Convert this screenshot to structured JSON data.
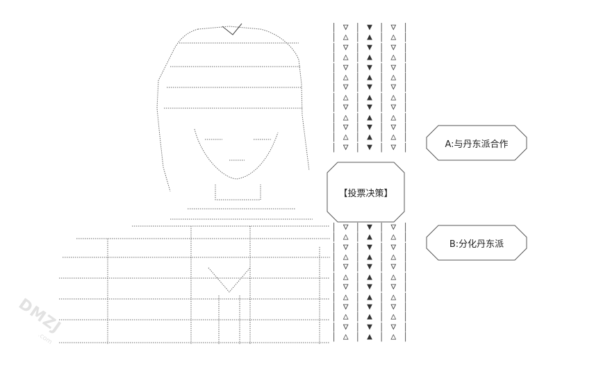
{
  "vote": {
    "label": "【投票决策】"
  },
  "options": [
    {
      "label": "A:与丹东派合作"
    },
    {
      "label": "B:分化丹东派"
    }
  ],
  "triangle_rows": [
    [
      "▽",
      "▼",
      "▽"
    ],
    [
      "△",
      "▲",
      "△"
    ],
    [
      "▽",
      "▼",
      "▽"
    ],
    [
      "△",
      "▲",
      "△"
    ],
    [
      "▽",
      "▼",
      "▽"
    ],
    [
      "△",
      "▲",
      "△"
    ],
    [
      "▽",
      "▼",
      "▽"
    ],
    [
      "△",
      "▲",
      "△"
    ],
    [
      "▽",
      "▼",
      "▽"
    ],
    [
      "△",
      "▲",
      "△"
    ],
    [
      "▽",
      "▼",
      "▽"
    ],
    [
      "△",
      "▲",
      "△"
    ],
    [
      "▽",
      "▼",
      "▽"
    ]
  ],
  "triangle_rows_lower": [
    [
      "▽",
      "▼",
      "▽"
    ],
    [
      "△",
      "▲",
      "△"
    ],
    [
      "▽",
      "▼",
      "▽"
    ],
    [
      "△",
      "▲",
      "△"
    ],
    [
      "▽",
      "▼",
      "▽"
    ],
    [
      "△",
      "▲",
      "△"
    ],
    [
      "▽",
      "▼",
      "▽"
    ],
    [
      "△",
      "▲",
      "△"
    ],
    [
      "▽",
      "▼",
      "▽"
    ],
    [
      "△",
      "▲",
      "△"
    ],
    [
      "▽",
      "▼",
      "▽"
    ],
    [
      "△",
      "▲",
      "△"
    ]
  ],
  "watermark": {
    "text": "DMZJ",
    "sub": ".com"
  },
  "colors": {
    "ink": "#222222",
    "watermark": "#e2e2e2"
  }
}
